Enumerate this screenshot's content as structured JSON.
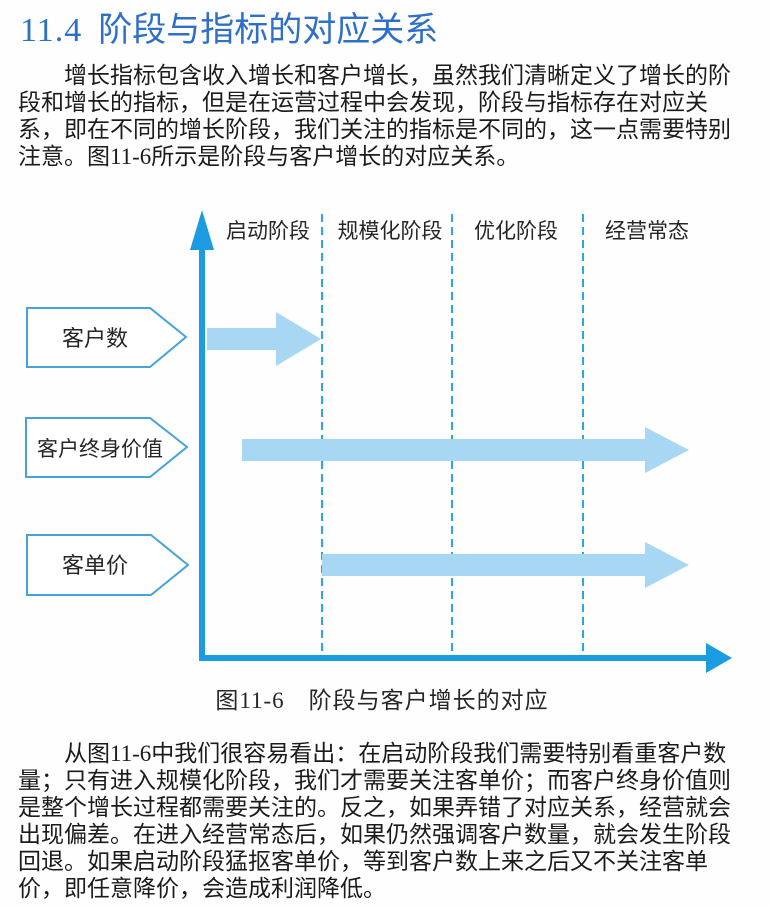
{
  "heading": {
    "number": "11.4",
    "title": "阶段与指标的对应关系"
  },
  "paragraphs": {
    "intro": "增长指标包含收入增长和客户增长，虽然我们清晰定义了增长的阶\n段和增长的指标，但是在运营过程中会发现，阶段与指标存在对应关\n系，即在不同的增长阶段，我们关注的指标是不同的，这一点需要特别\n注意。图11-6所示是阶段与客户增长的对应关系。",
    "analysis": "从图11-6中我们很容易看出：在启动阶段我们需要特别看重客户数\n量；只有进入规模化阶段，我们才需要关注客单价；而客户终身价值则\n是整个增长过程都需要关注的。反之，如果弄错了对应关系，经营就会\n出现偏差。在进入经营常态后，如果仍然强调客户数量，就会发生阶段\n回退。如果启动阶段猛抠客单价，等到客户数上来之后又不关注客单\n价，即任意降价，会造成利润降低。"
  },
  "figure": {
    "caption": "图11-6　阶段与客户增长的对应",
    "stages": [
      "启动阶段",
      "规模化阶段",
      "优化阶段",
      "经营常态"
    ],
    "metrics": [
      {
        "label": "客户数",
        "arrow_from_stage": "启动阶段",
        "arrow_to_stage": "启动阶段"
      },
      {
        "label": "客户终身价值",
        "arrow_from_stage": "启动阶段",
        "arrow_to_stage": "经营常态"
      },
      {
        "label": "客单价",
        "arrow_from_stage": "规模化阶段",
        "arrow_to_stage": "经营常态"
      }
    ],
    "colors": {
      "axis": "#1B9CE0",
      "separator": "#2BA7DC",
      "tag_border": "#45A3D9",
      "arrow_fill": "#A8D7F3",
      "heading": "#2E6FC7"
    }
  }
}
